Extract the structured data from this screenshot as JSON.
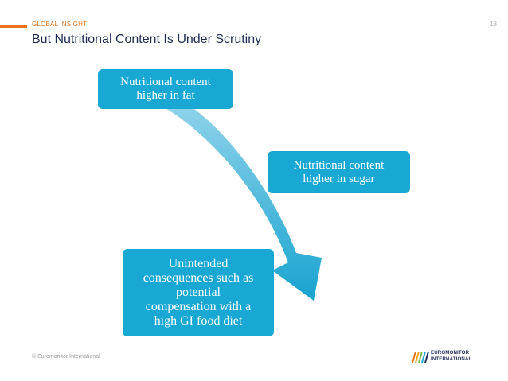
{
  "header": {
    "section_label": "GLOBAL INSIGHT",
    "page_number": "13",
    "title": "But Nutritional Content Is Under Scrutiny"
  },
  "diagram": {
    "box_fat": {
      "line1": "Nutritional content",
      "line2": "higher in fat"
    },
    "box_sugar": {
      "line1": "Nutritional content",
      "line2": "higher in sugar"
    },
    "box_consequences": {
      "line1": "Unintended",
      "line2": "consequences such as",
      "line3": "potential",
      "line4": "compensation with a",
      "line5": "high GI food diet"
    }
  },
  "footer": {
    "copyright": "© Euromonitor International",
    "logo_line1": "EUROMONITOR",
    "logo_line2": "INTERNATIONAL"
  },
  "colors": {
    "accent": "#e8731a",
    "box_fill": "#19a7d3",
    "title": "#1f2d55"
  }
}
